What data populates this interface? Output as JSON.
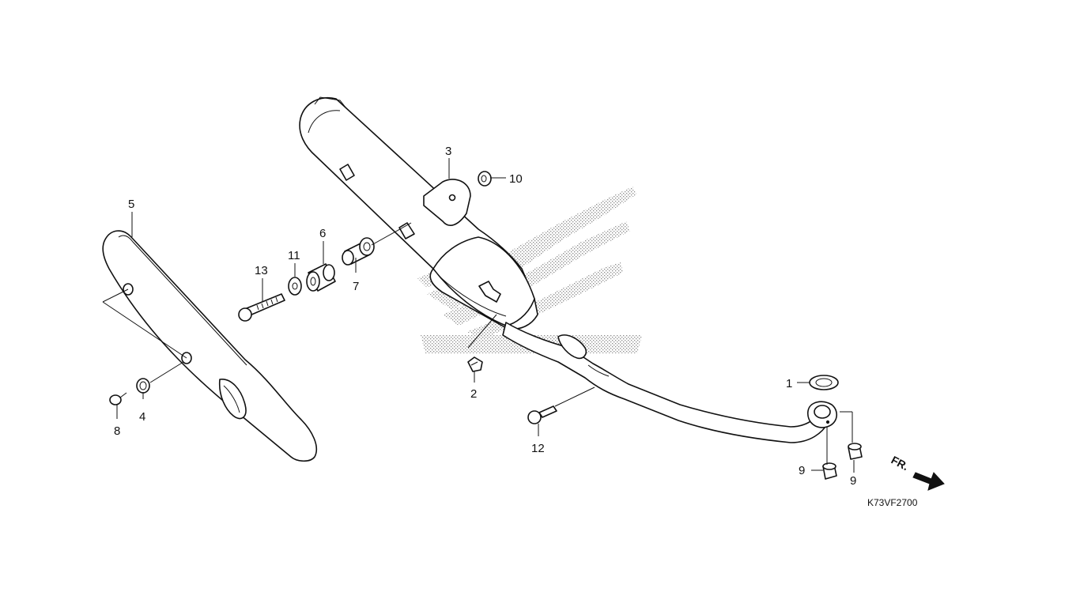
{
  "diagram": {
    "code": "K73VF2700",
    "direction_label": "FR.",
    "direction_icon": "front-arrow-icon",
    "watermark_icon": "wing-logo-watermark"
  },
  "parts": [
    {
      "key": "p1",
      "label": "1"
    },
    {
      "key": "p2",
      "label": "2"
    },
    {
      "key": "p3",
      "label": "3"
    },
    {
      "key": "p4",
      "label": "4"
    },
    {
      "key": "p5",
      "label": "5"
    },
    {
      "key": "p6",
      "label": "6"
    },
    {
      "key": "p7",
      "label": "7"
    },
    {
      "key": "p8",
      "label": "8"
    },
    {
      "key": "p9a",
      "label": "9"
    },
    {
      "key": "p9b",
      "label": "9"
    },
    {
      "key": "p10",
      "label": "10"
    },
    {
      "key": "p11",
      "label": "11"
    },
    {
      "key": "p12",
      "label": "12"
    },
    {
      "key": "p13",
      "label": "13"
    }
  ]
}
